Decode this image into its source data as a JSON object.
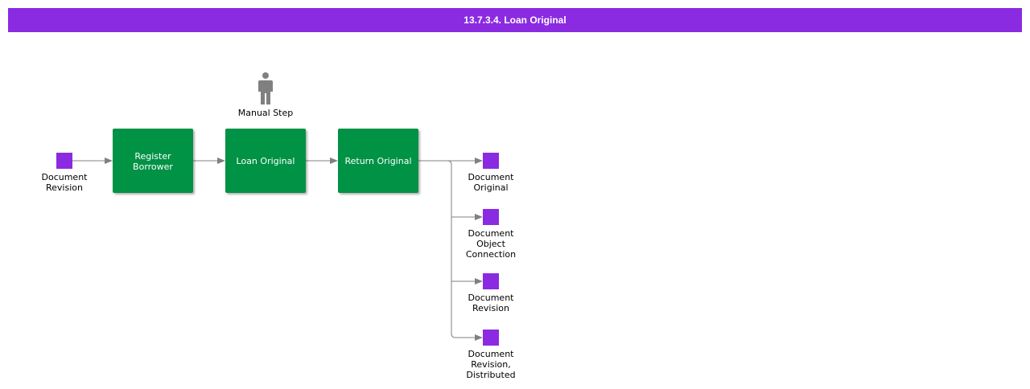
{
  "title": "13.7.3.4. Loan Original",
  "colors": {
    "header": "#8a2be2",
    "process": "#009245",
    "object": "#8a2be2",
    "connector": "#808080",
    "person": "#808080"
  },
  "manual_step": {
    "label": "Manual Step",
    "icon": "person-icon"
  },
  "input": {
    "lines": [
      "Document",
      "Revision"
    ]
  },
  "processes": [
    {
      "lines": [
        "Register",
        "Borrower"
      ]
    },
    {
      "lines": [
        "Loan Original"
      ]
    },
    {
      "lines": [
        "Return Original"
      ]
    }
  ],
  "outputs": [
    {
      "lines": [
        "Document",
        "Original"
      ]
    },
    {
      "lines": [
        "Document",
        "Object",
        "Connection"
      ]
    },
    {
      "lines": [
        "Document",
        "Revision"
      ]
    },
    {
      "lines": [
        "Document",
        "Revision,",
        "Distributed"
      ]
    }
  ]
}
